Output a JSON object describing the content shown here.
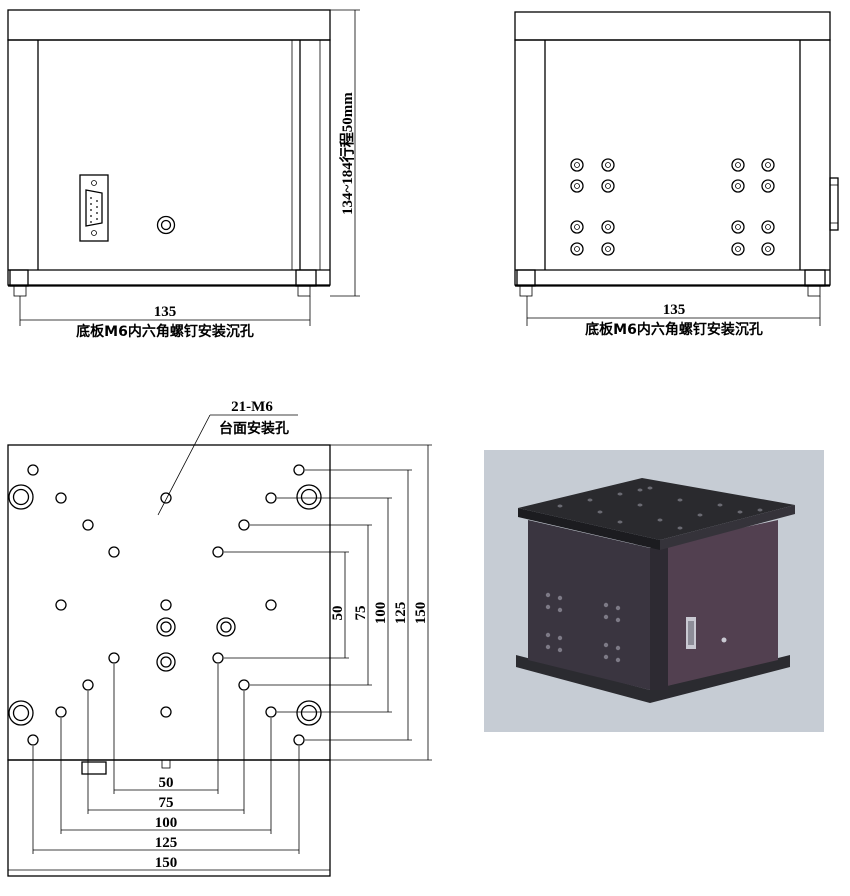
{
  "front_view": {
    "width_dim": "135",
    "height_dim": "134~184行程50mm",
    "base_note": "底板M6内六角螺钉安装沉孔"
  },
  "side_view": {
    "width_dim": "135",
    "base_note": "底板M6内六角螺钉安装沉孔"
  },
  "top_view": {
    "callout_line1": "21-M6",
    "callout_line2": "台面安装孔",
    "right_dims": [
      "50",
      "75",
      "100",
      "125",
      "150"
    ],
    "bottom_dims": [
      "50",
      "75",
      "100",
      "125",
      "150"
    ]
  },
  "render_view": {
    "background": "#c6ccd4",
    "body_color": "#3a3540",
    "side_color": "#524050",
    "plate_color": "#2a2a2e"
  }
}
